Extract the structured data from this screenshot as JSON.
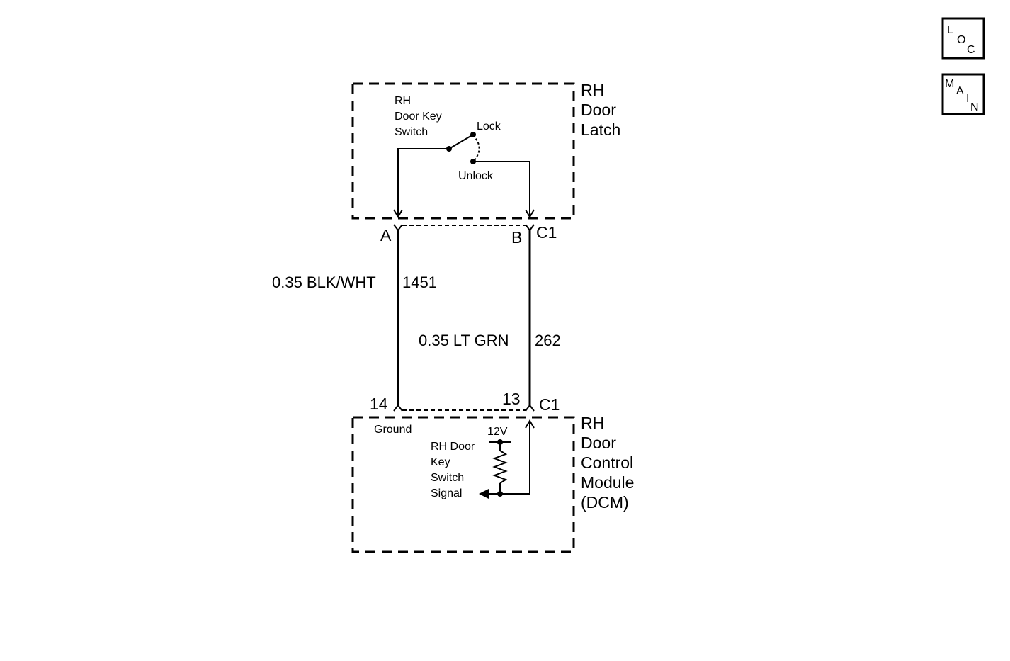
{
  "nav": {
    "loc": {
      "c1": "L",
      "c2": "O",
      "c3": "C"
    },
    "main": {
      "c1": "M",
      "c2": "A",
      "c3": "I",
      "c4": "N"
    }
  },
  "latch": {
    "name_lines": [
      "RH",
      "Door",
      "Latch"
    ],
    "switch_lines": [
      "RH",
      "Door Key",
      "Switch"
    ],
    "lock_label": "Lock",
    "unlock_label": "Unlock",
    "pin_a": "A",
    "pin_b": "B",
    "connector": "C1"
  },
  "wires": {
    "left": {
      "spec": "0.35 BLK/WHT",
      "circuit": "1451"
    },
    "right": {
      "spec": "0.35 LT GRN",
      "circuit": "262"
    }
  },
  "module": {
    "name_lines": [
      "RH",
      "Door",
      "Control",
      "Module",
      "(DCM)"
    ],
    "pin_left": "14",
    "pin_right": "13",
    "connector": "C1",
    "ground_label": "Ground",
    "voltage_label": "12V",
    "signal_lines": [
      "RH Door",
      "Key",
      "Switch",
      "Signal"
    ]
  }
}
